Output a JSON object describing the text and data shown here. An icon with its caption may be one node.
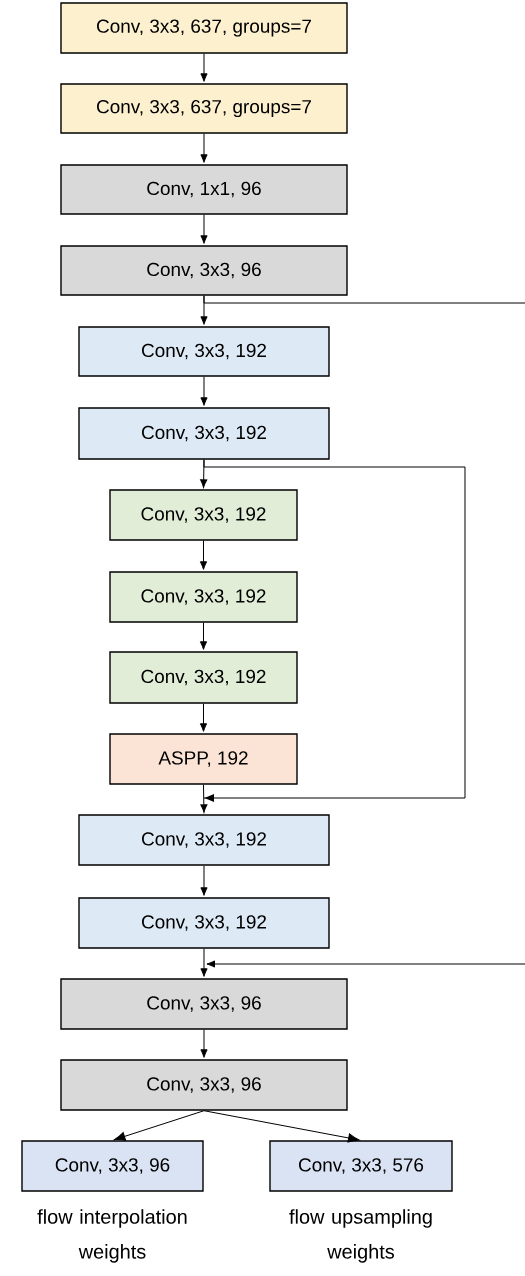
{
  "diagram": {
    "nodes": [
      {
        "text": [
          "Conv, 3x3, 637, groups=7"
        ]
      },
      {
        "text": [
          "Conv, 3x3, 637, groups=7"
        ]
      },
      {
        "text": [
          "Conv, 1x1, 96"
        ]
      },
      {
        "text": [
          "Conv, 3x3, 96"
        ]
      },
      {
        "text": [
          "Conv, 3x3, 192"
        ]
      },
      {
        "text": [
          "Conv, 3x3, 192"
        ]
      },
      {
        "text": [
          "Conv, 3x3, 192"
        ]
      },
      {
        "text": [
          "Conv, 3x3, 192"
        ]
      },
      {
        "text": [
          "Conv, 3x3, 192"
        ]
      },
      {
        "text": [
          "ASPP, 192"
        ]
      },
      {
        "text": [
          "Conv, 3x3, 192"
        ]
      },
      {
        "text": [
          "Conv, 3x3, 192"
        ]
      },
      {
        "text": [
          "Conv, 3x3, 96"
        ]
      },
      {
        "text": [
          "Conv, 3x3, 96"
        ]
      },
      {
        "text": [
          "Conv, 3x3, 96"
        ],
        "beside": [
          "flow interpolation weights"
        ]
      },
      {
        "text": [
          "Conv, 3x3, 576"
        ],
        "beside": [
          "flow upsampling weights"
        ]
      }
    ],
    "edges": [
      {
        "from": 0,
        "to": 1,
        "arrow": "to"
      },
      {
        "from": 1,
        "to": 2,
        "arrow": "to"
      },
      {
        "from": 2,
        "to": 3,
        "arrow": "to"
      },
      {
        "from": 3,
        "to": 4,
        "arrow": "to"
      },
      {
        "from": 4,
        "to": 5,
        "arrow": "to"
      },
      {
        "from": 5,
        "to": 6,
        "arrow": "to"
      },
      {
        "from": 6,
        "to": 7,
        "arrow": "to"
      },
      {
        "from": 7,
        "to": 8,
        "arrow": "to"
      },
      {
        "from": 8,
        "to": 9,
        "arrow": "to"
      },
      {
        "from": 9,
        "to": 10,
        "arrow": "to"
      },
      {
        "from": 10,
        "to": 11,
        "arrow": "to"
      },
      {
        "from": 11,
        "to": 12,
        "arrow": "to"
      },
      {
        "from": 12,
        "to": 13,
        "arrow": "to"
      },
      {
        "from": 13,
        "to": 14,
        "arrow": "to"
      },
      {
        "from": 13,
        "to": 15,
        "arrow": "to"
      },
      {
        "from": 5,
        "to": 10,
        "arrow": "to"
      },
      {
        "from": 3,
        "to": null,
        "arrow": "none"
      },
      {
        "from": null,
        "to": 12,
        "arrow": "to"
      }
    ]
  }
}
